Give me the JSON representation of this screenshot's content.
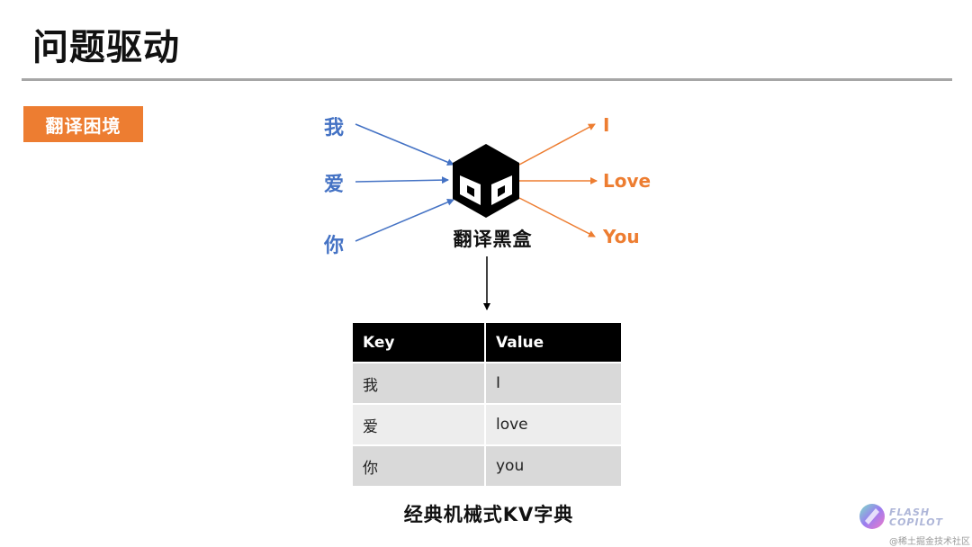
{
  "slide": {
    "title": "问题驱动",
    "tag": "翻译困境"
  },
  "diagram": {
    "inputs": [
      "我",
      "爱",
      "你"
    ],
    "outputs": [
      "I",
      "Love",
      "You"
    ],
    "box_label": "翻译黑盒",
    "colors": {
      "input": "#4472c4",
      "output": "#ed7d31",
      "box": "#000000"
    }
  },
  "table": {
    "headers": [
      "Key",
      "Value"
    ],
    "rows": [
      [
        "我",
        "I"
      ],
      [
        "爱",
        "love"
      ],
      [
        "你",
        "you"
      ]
    ]
  },
  "caption": "经典机械式KV字典",
  "logo": {
    "line1": "FLASH",
    "line2": "COPILOT"
  },
  "watermark": "@稀土掘金技术社区"
}
